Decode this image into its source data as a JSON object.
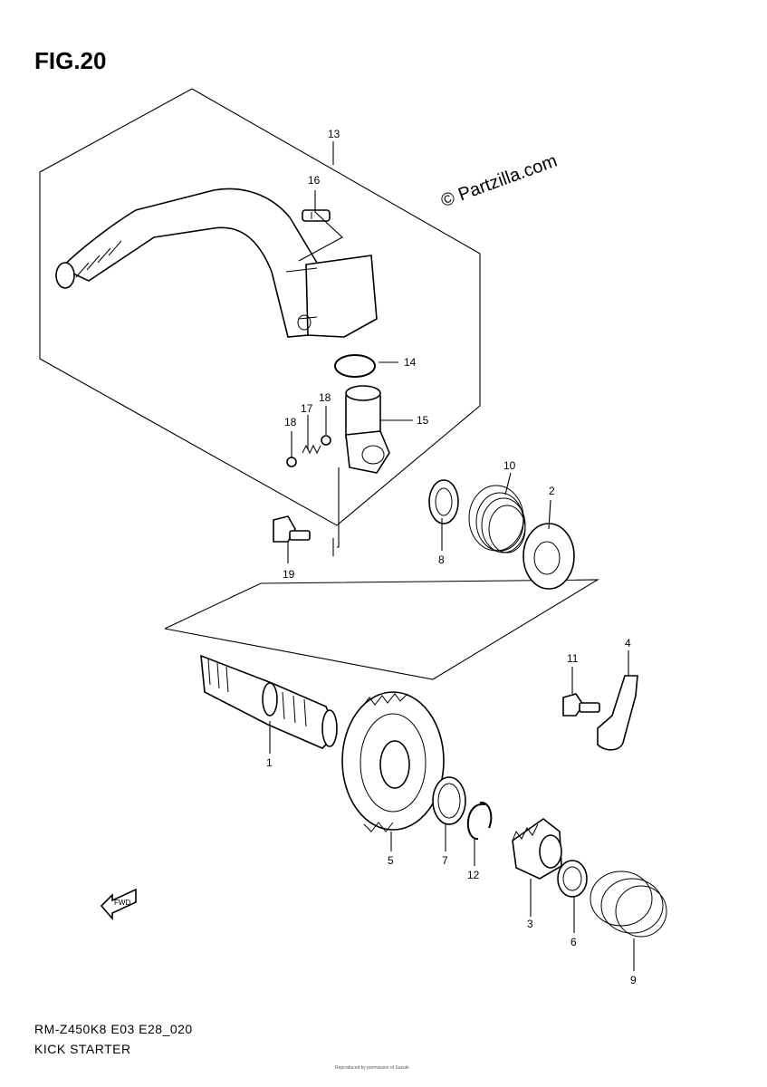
{
  "figure": {
    "title": "FIG.20"
  },
  "watermark": "© Partzilla.com",
  "footer": {
    "model_code": "RM-Z450K8 E03 E28_020",
    "section_name": "KICK STARTER",
    "fine_print": "Reproduced by permission of Suzuki"
  },
  "callouts": [
    {
      "id": "c1",
      "label": "1"
    },
    {
      "id": "c2",
      "label": "2"
    },
    {
      "id": "c3",
      "label": "3"
    },
    {
      "id": "c4",
      "label": "4"
    },
    {
      "id": "c5",
      "label": "5"
    },
    {
      "id": "c6",
      "label": "6"
    },
    {
      "id": "c7",
      "label": "7"
    },
    {
      "id": "c8",
      "label": "8"
    },
    {
      "id": "c9",
      "label": "9"
    },
    {
      "id": "c10",
      "label": "10"
    },
    {
      "id": "c11",
      "label": "11"
    },
    {
      "id": "c12",
      "label": "12"
    },
    {
      "id": "c13",
      "label": "13"
    },
    {
      "id": "c14",
      "label": "14"
    },
    {
      "id": "c15",
      "label": "15"
    },
    {
      "id": "c16",
      "label": "16"
    },
    {
      "id": "c17",
      "label": "17"
    },
    {
      "id": "c18a",
      "label": "18"
    },
    {
      "id": "c18b",
      "label": "18"
    },
    {
      "id": "c19",
      "label": "19"
    }
  ],
  "fwd_label": "FWD"
}
